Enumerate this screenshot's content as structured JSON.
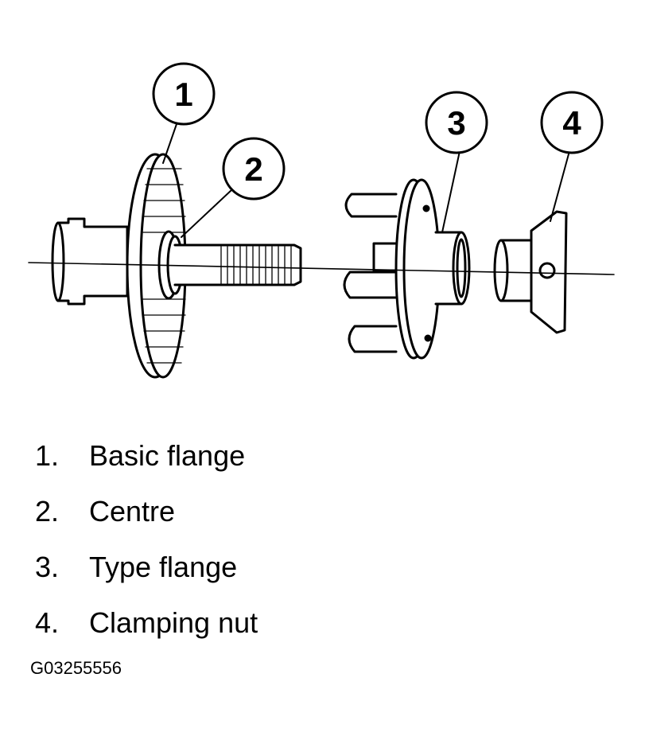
{
  "diagram": {
    "callouts": [
      "1",
      "2",
      "3",
      "4"
    ]
  },
  "legend": [
    {
      "number": "1.",
      "label": "Basic flange"
    },
    {
      "number": "2.",
      "label": "Centre"
    },
    {
      "number": "3.",
      "label": "Type flange"
    },
    {
      "number": "4.",
      "label": "Clamping nut"
    }
  ],
  "figure_id": "G03255556"
}
